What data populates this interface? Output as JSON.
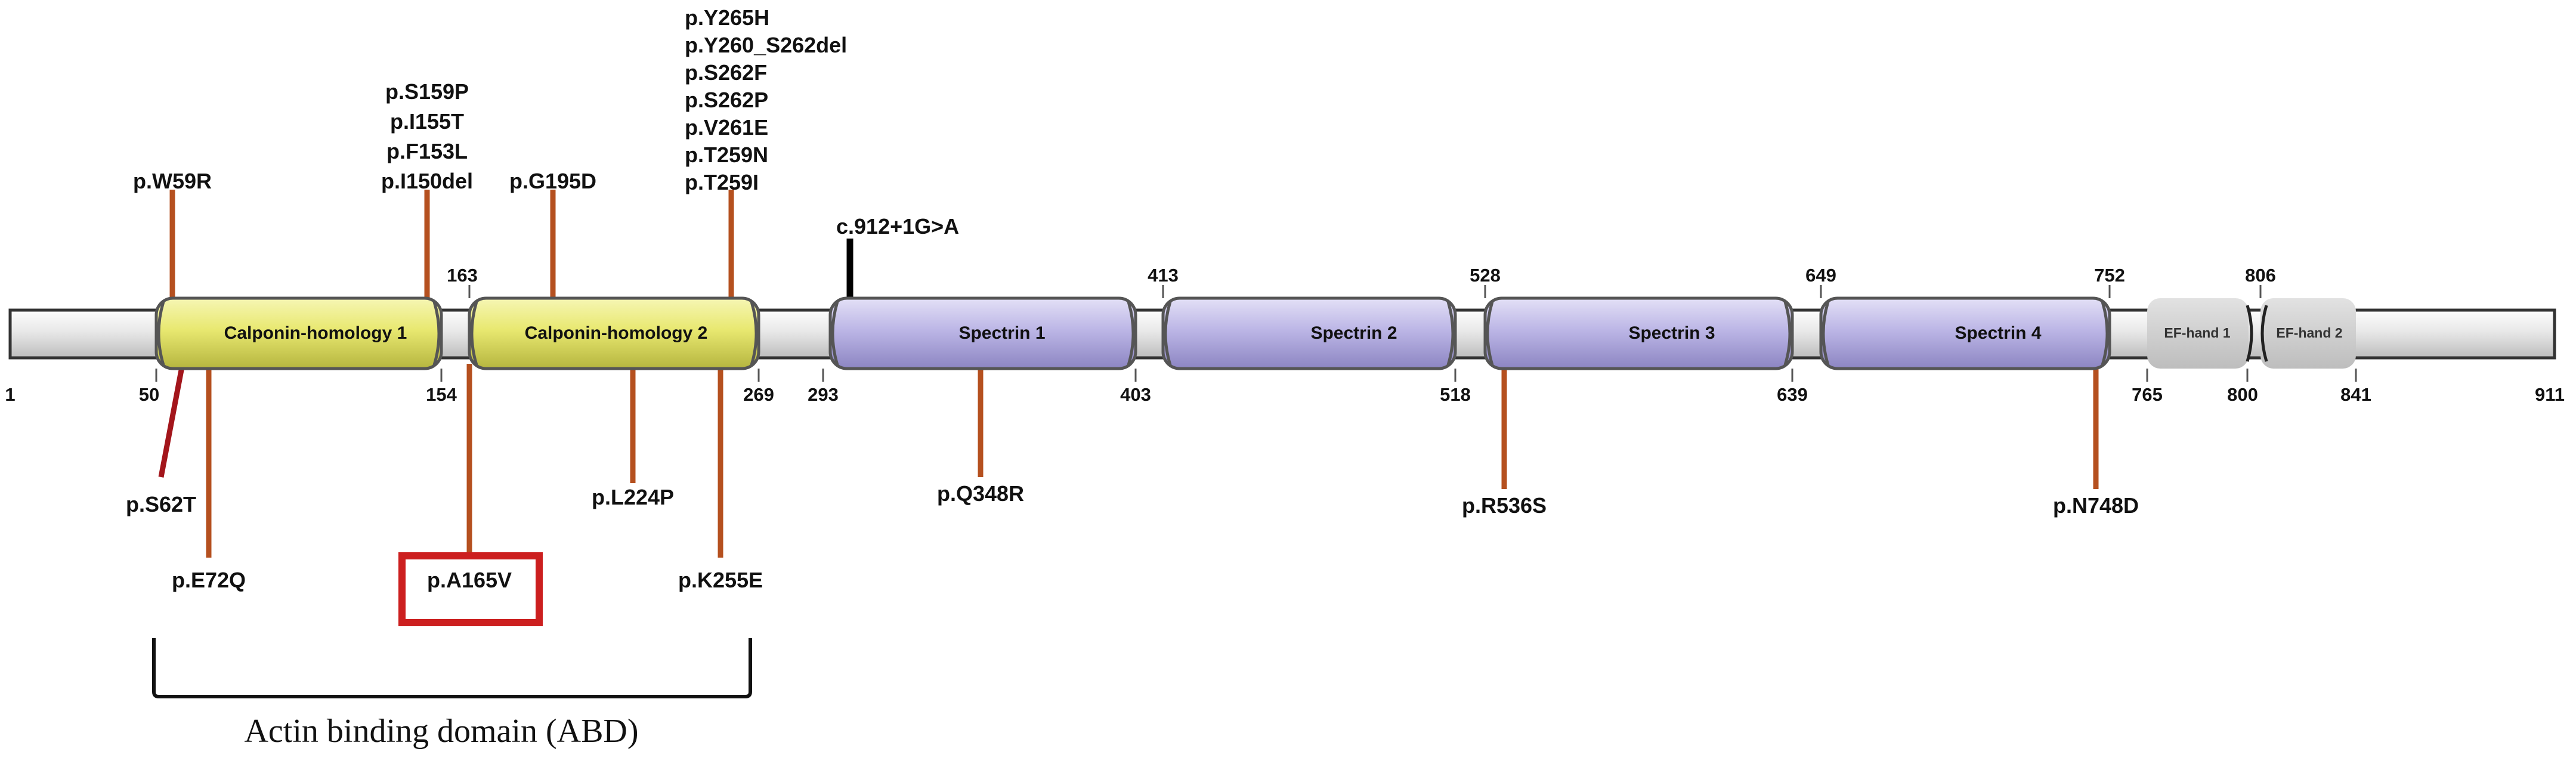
{
  "protein": {
    "start": "1",
    "end": "911"
  },
  "domains": [
    {
      "id": "ch1",
      "label": "Calponin-homology 1",
      "type": "ch"
    },
    {
      "id": "ch2",
      "label": "Calponin-homology 2",
      "type": "ch"
    },
    {
      "id": "sp1",
      "label": "Spectrin 1",
      "type": "spectrin"
    },
    {
      "id": "sp2",
      "label": "Spectrin 2",
      "type": "spectrin"
    },
    {
      "id": "sp3",
      "label": "Spectrin 3",
      "type": "spectrin"
    },
    {
      "id": "sp4",
      "label": "Spectrin 4",
      "type": "spectrin"
    },
    {
      "id": "ef1",
      "label": "EF-hand 1",
      "type": "ef"
    },
    {
      "id": "ef2",
      "label": "EF-hand 2",
      "type": "ef"
    }
  ],
  "position_labels": {
    "p1": "1",
    "p50": "50",
    "p154": "154",
    "p163": "163",
    "p269": "269",
    "p293": "293",
    "p403": "403",
    "p413": "413",
    "p518": "518",
    "p528": "528",
    "p639": "639",
    "p649": "649",
    "p752": "752",
    "p765": "765",
    "p800": "800",
    "p806": "806",
    "p841": "841",
    "p911": "911"
  },
  "variants_above": {
    "w59r": [
      "p.W59R"
    ],
    "ch1_group": [
      "p.S159P",
      "p.I155T",
      "p.F153L",
      "p.I150del"
    ],
    "g195d": [
      "p.G195D"
    ],
    "ch2_group": [
      "p.Y265H",
      "p.Y260_S262del",
      "p.S262F",
      "p.S262P",
      "p.V261E",
      "p.T259N",
      "p.T259I"
    ],
    "splice": [
      "c.912+1G>A"
    ]
  },
  "variants_below": {
    "s62t": "p.S62T",
    "e72q": "p.E72Q",
    "a165v": "p.A165V",
    "l224p": "p.L224P",
    "k255e": "p.K255E",
    "q348r": "p.Q348R",
    "r536s": "p.R536S",
    "n748d": "p.N748D"
  },
  "highlighted_variant": "p.A165V",
  "abd_label": "Actin binding domain (ABD)",
  "colors": {
    "backbone": "#e6e6e6",
    "ch_domain": "#eaea7a",
    "spectrin_domain": "#b9b3e3",
    "ef_hand": "#c8c8c8",
    "variant_stem": "#b5501f",
    "splice_stem": "#000000",
    "highlight_box": "#cc1f1f",
    "s62t_stem": "#a3151b"
  }
}
